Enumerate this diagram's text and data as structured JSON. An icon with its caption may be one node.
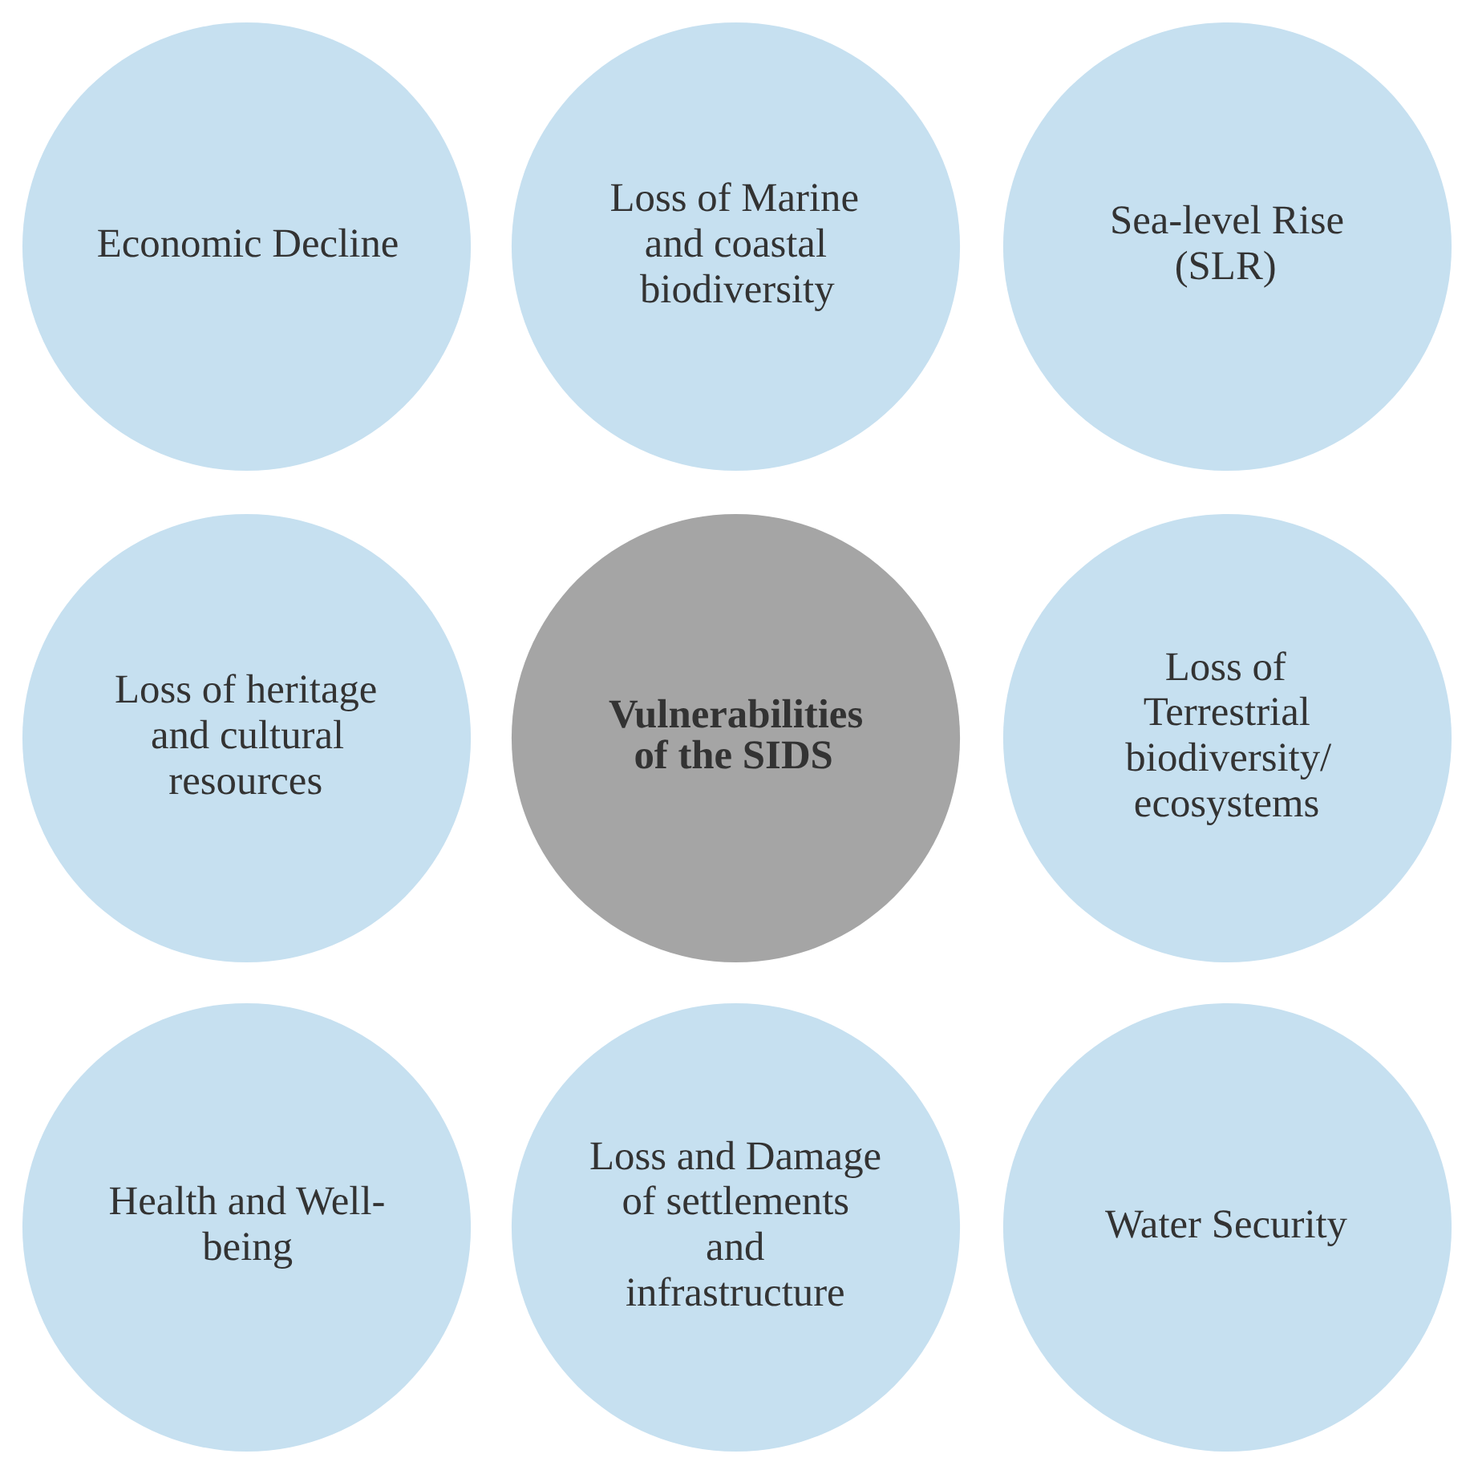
{
  "diagram": {
    "nodes": [
      {
        "text": [
          "Economic Decline"
        ]
      },
      {
        "text": [
          "Loss of Marine and coastal biodiversity"
        ]
      },
      {
        "text": [
          "Sea-level Rise (SLR)"
        ]
      },
      {
        "text": [
          "Loss of heritage and cultural resources"
        ]
      },
      {
        "text": [
          "Vulnerabilities of the SIDS"
        ]
      },
      {
        "text": [
          "Loss of Terrestrial biodiversity/ ecosystems"
        ]
      },
      {
        "text": [
          "Health and Well-being"
        ]
      },
      {
        "text": [
          "Loss and Damage of settlements and infrastructure"
        ]
      },
      {
        "text": [
          "Water Security"
        ]
      }
    ],
    "edges": []
  }
}
